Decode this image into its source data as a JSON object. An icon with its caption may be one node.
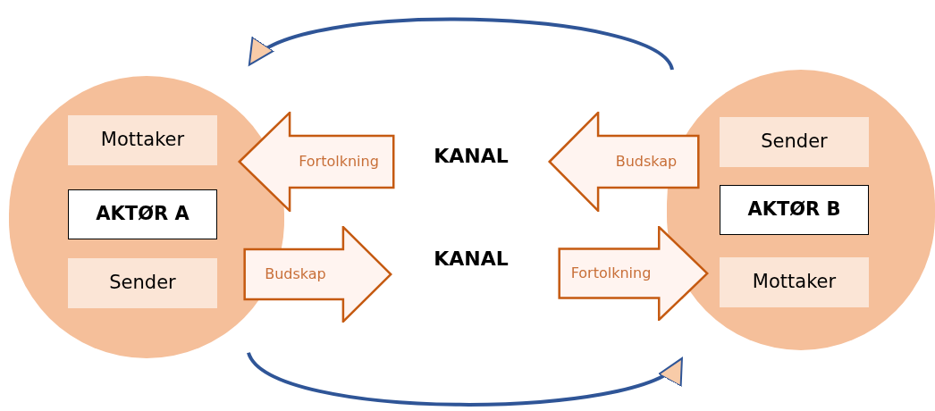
{
  "diagram": {
    "nodes": [
      {
        "text": [],
        "shape": "circle"
      },
      {
        "text": [
          "Mottaker"
        ],
        "in": 0
      },
      {
        "text": [
          "AKTØR A"
        ],
        "in": 0
      },
      {
        "text": [
          "Sender"
        ],
        "in": 0
      },
      {
        "text": [],
        "shape": "circle"
      },
      {
        "text": [
          "Sender"
        ],
        "in": 4
      },
      {
        "text": [
          "AKTØR B"
        ],
        "in": 4
      },
      {
        "text": [
          "Mottaker"
        ],
        "in": 4
      },
      {
        "text": [
          "Fortolkning"
        ]
      },
      {
        "text": [
          "Budskap"
        ]
      },
      {
        "text": [
          "Budskap"
        ]
      },
      {
        "text": [
          "Fortolkning"
        ]
      }
    ],
    "edges": [
      {
        "from": 4,
        "to": 0,
        "arrow": "to"
      },
      {
        "from": 0,
        "to": 4,
        "arrow": "to"
      }
    ],
    "labels": [
      "KANAL",
      "KANAL"
    ]
  }
}
